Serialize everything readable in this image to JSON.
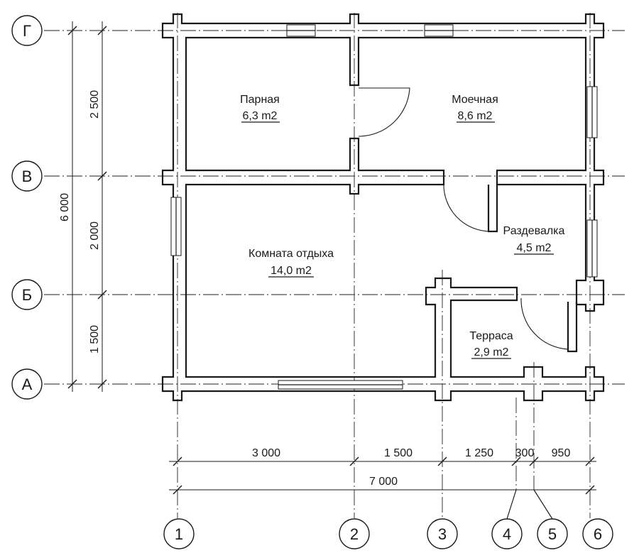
{
  "axes": {
    "rows": [
      "Г",
      "В",
      "Б",
      "А"
    ],
    "cols": [
      "1",
      "2",
      "3",
      "4",
      "5",
      "6"
    ]
  },
  "rooms": [
    {
      "name": "Парная",
      "area": "6,3 m2"
    },
    {
      "name": "Моечная",
      "area": "8,6 m2"
    },
    {
      "name": "Комната отдыха",
      "area": "14,0 m2"
    },
    {
      "name": "Раздевалка",
      "area": "4,5 m2"
    },
    {
      "name": "Терраса",
      "area": "2,9 m2"
    }
  ],
  "dims": {
    "bottom": [
      "3 000",
      "1 500",
      "1 250",
      "300",
      "950"
    ],
    "total_x": "7 000",
    "left": [
      "2 500",
      "2 000",
      "1 500"
    ],
    "total_y": "6 000"
  }
}
